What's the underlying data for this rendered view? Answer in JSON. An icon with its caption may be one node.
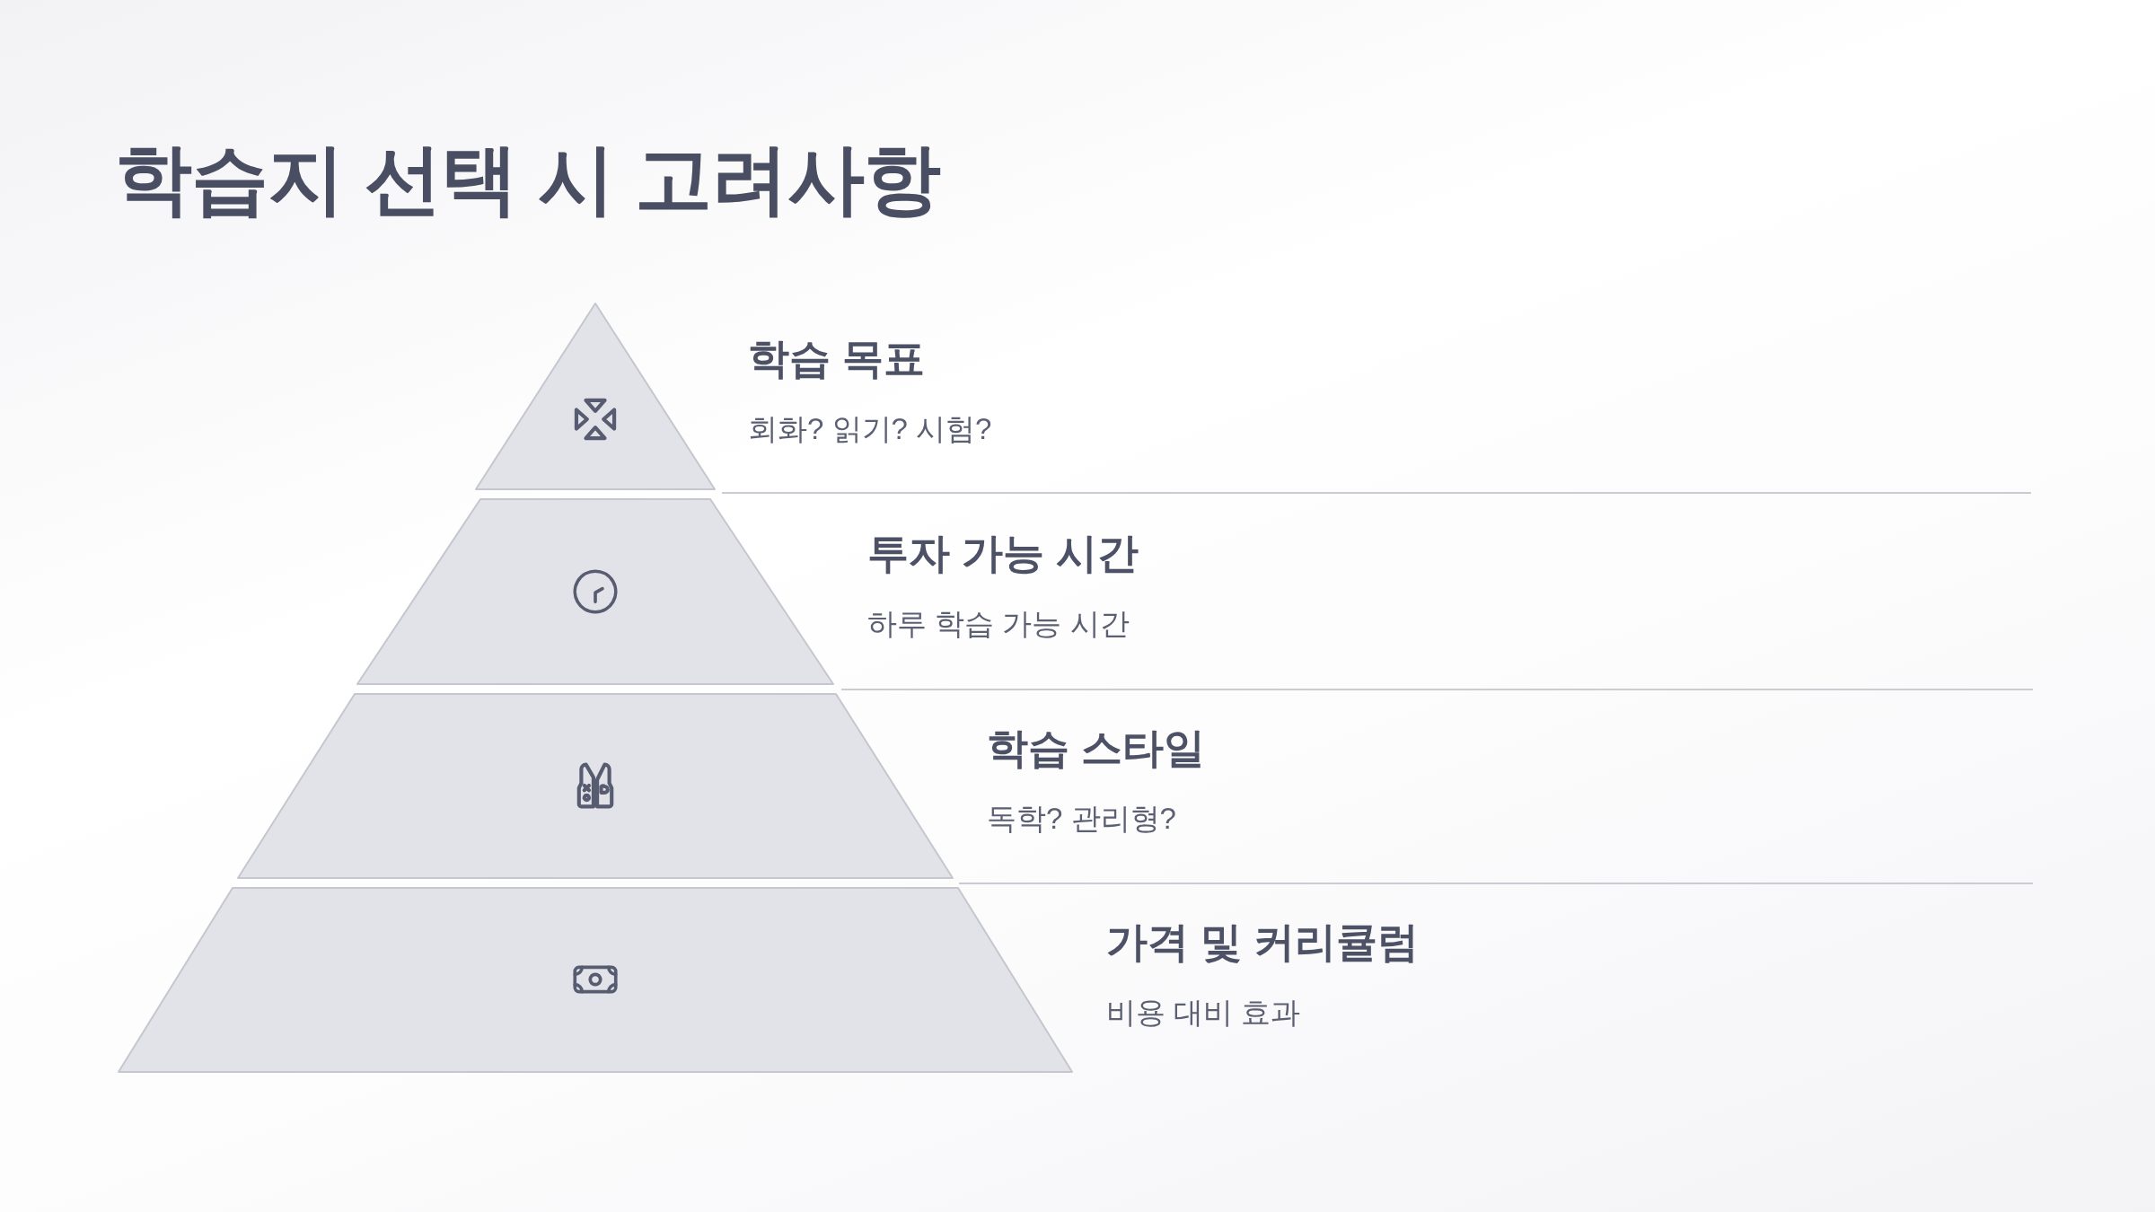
{
  "diagram": {
    "title": "학습지 선택 시 고려사항",
    "nodes": [
      {
        "text": [
          "학습 목표",
          "회화? 읽기? 시험?"
        ]
      },
      {
        "text": [
          "투자 가능 시간",
          "하루 학습 가능 시간"
        ]
      },
      {
        "text": [
          "학습 스타일",
          "독학? 관리형?"
        ]
      },
      {
        "text": [
          "가격 및 커리큘럼",
          "비용 대비 효과"
        ]
      }
    ]
  }
}
